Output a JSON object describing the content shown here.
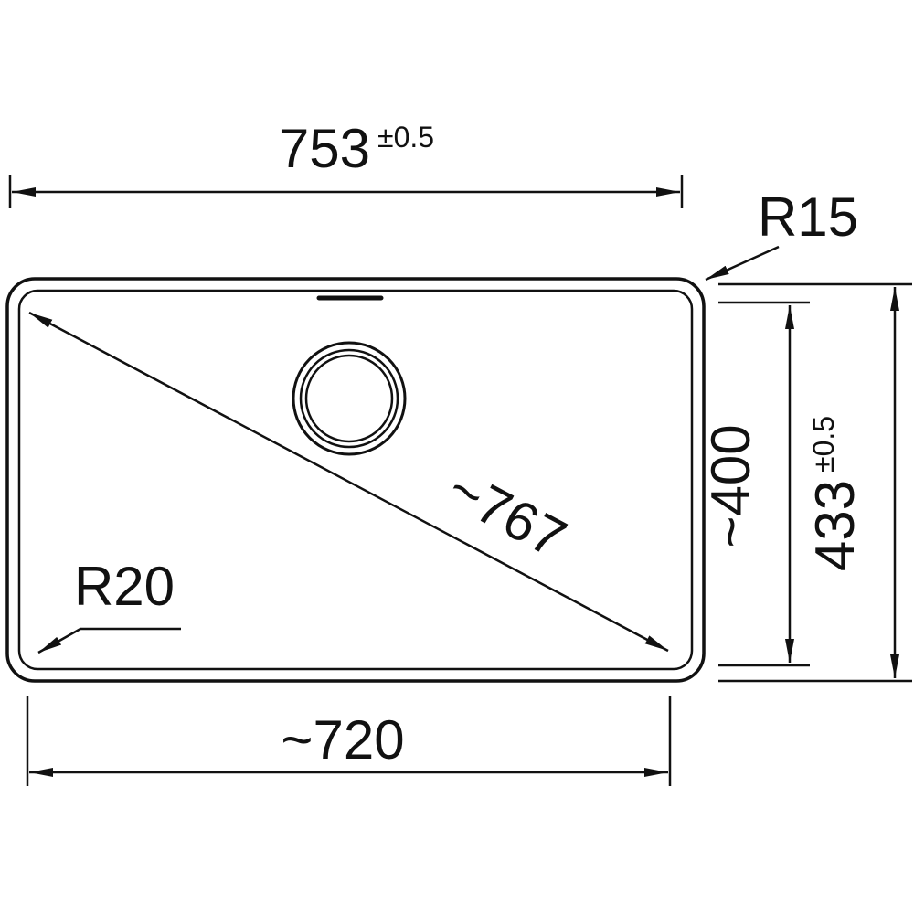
{
  "drawing": {
    "background": "#ffffff",
    "line_color": "#111111",
    "labels": {
      "width_overall": {
        "value": "753",
        "tolerance": "±0.5"
      },
      "radius_top_right": "R15",
      "height_inner": "~400",
      "height_overall": {
        "value": "433",
        "tolerance": "±0.5"
      },
      "radius_bottom_left": "R20",
      "diagonal": "~767",
      "width_inner": "~720"
    }
  }
}
